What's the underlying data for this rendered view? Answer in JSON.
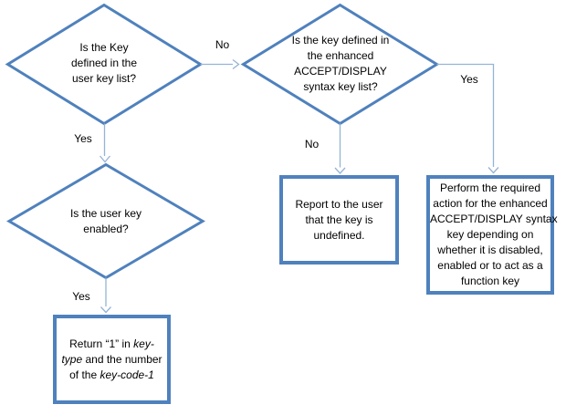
{
  "colors": {
    "shape_border": "#4f81bd",
    "connector_line": "#95b3d7",
    "text": "#000000",
    "background": "#ffffff"
  },
  "diamonds": [
    {
      "name": "user-key-defined",
      "lines": [
        "Is the Key",
        "defined in the",
        "user key list?"
      ]
    },
    {
      "name": "enhanced-key-defined",
      "lines": [
        "Is the key defined in",
        "the enhanced",
        "ACCEPT/DISPLAY",
        "syntax key list?"
      ]
    },
    {
      "name": "user-key-enabled",
      "lines": [
        "Is the user key",
        "enabled?"
      ]
    }
  ],
  "boxes": [
    {
      "name": "report-undefined",
      "lines": [
        "Report to the user",
        "that the key is",
        "undefined."
      ]
    },
    {
      "name": "perform-enhanced-action",
      "lines": [
        "Perform the required",
        "action for the enhanced",
        "ACCEPT/DISPLAY syntax",
        "key depending on",
        "whether it is disabled,",
        "enabled or to act as a",
        "function key"
      ]
    },
    {
      "name": "return-key-type",
      "rich_lines": [
        {
          "segments": [
            {
              "t": "Return “1” in ",
              "i": false
            },
            {
              "t": "key-",
              "i": true
            }
          ]
        },
        {
          "segments": [
            {
              "t": "type",
              "i": true
            },
            {
              "t": " and the number",
              "i": false
            }
          ]
        },
        {
          "segments": [
            {
              "t": "of the ",
              "i": false
            },
            {
              "t": "key-code-1",
              "i": true
            }
          ]
        }
      ]
    }
  ],
  "labels": {
    "no_top": "No",
    "yes_left": "Yes",
    "no_center": "No",
    "yes_right": "Yes",
    "yes_bottom": "Yes"
  }
}
